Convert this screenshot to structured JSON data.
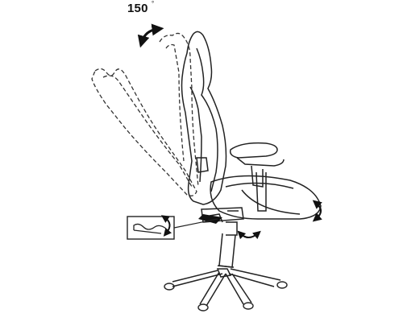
{
  "diagram": {
    "recline_angle_value": "150",
    "recline_angle_unit": "°"
  },
  "colors": {
    "line": "#222222",
    "dashed": "#333333",
    "background": "#ffffff"
  },
  "icons": {
    "recline_arrow": "curved-rotate-arrow",
    "armrest_adjust_arrow": "curved-rotate-arrow",
    "tilt_arrow": "curved-rotate-arrow",
    "height_arrow": "curved-rotate-arrow"
  }
}
